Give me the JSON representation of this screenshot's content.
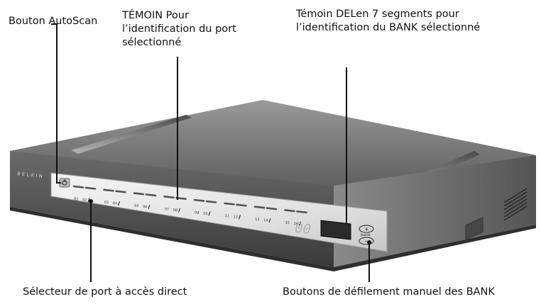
{
  "callouts": {
    "autoscan": "Bouton AutoScan",
    "port_led": {
      "line1": "TÉMOIN Pour",
      "line2": "l’identification du port",
      "line3": "sélectionné"
    },
    "bank_led": {
      "line1": "Témoin DELen 7 segments pour",
      "line2": "l’identification du BANK sélectionné"
    },
    "port_selector": "Sélecteur de port à accès direct",
    "bank_buttons": "Boutons de défilement manuel des BANK"
  },
  "device": {
    "brand": "BELKIN",
    "bank_display": "00",
    "bank_label": "bank",
    "port_labels": [
      "01",
      "02",
      "03",
      "04",
      "05",
      "06",
      "07",
      "08",
      "09",
      "10",
      "11",
      "12",
      "13",
      "14",
      "15",
      "16"
    ]
  },
  "icons": {
    "autoscan_button": "autoscan-icon",
    "bank_up": "plus-icon",
    "bank_down": "minus-icon"
  },
  "colors": {
    "top": "#7f7f7f",
    "panel": "#eaeaea",
    "display": "#2a2a2a",
    "display_digits": "#b0b0b0"
  }
}
